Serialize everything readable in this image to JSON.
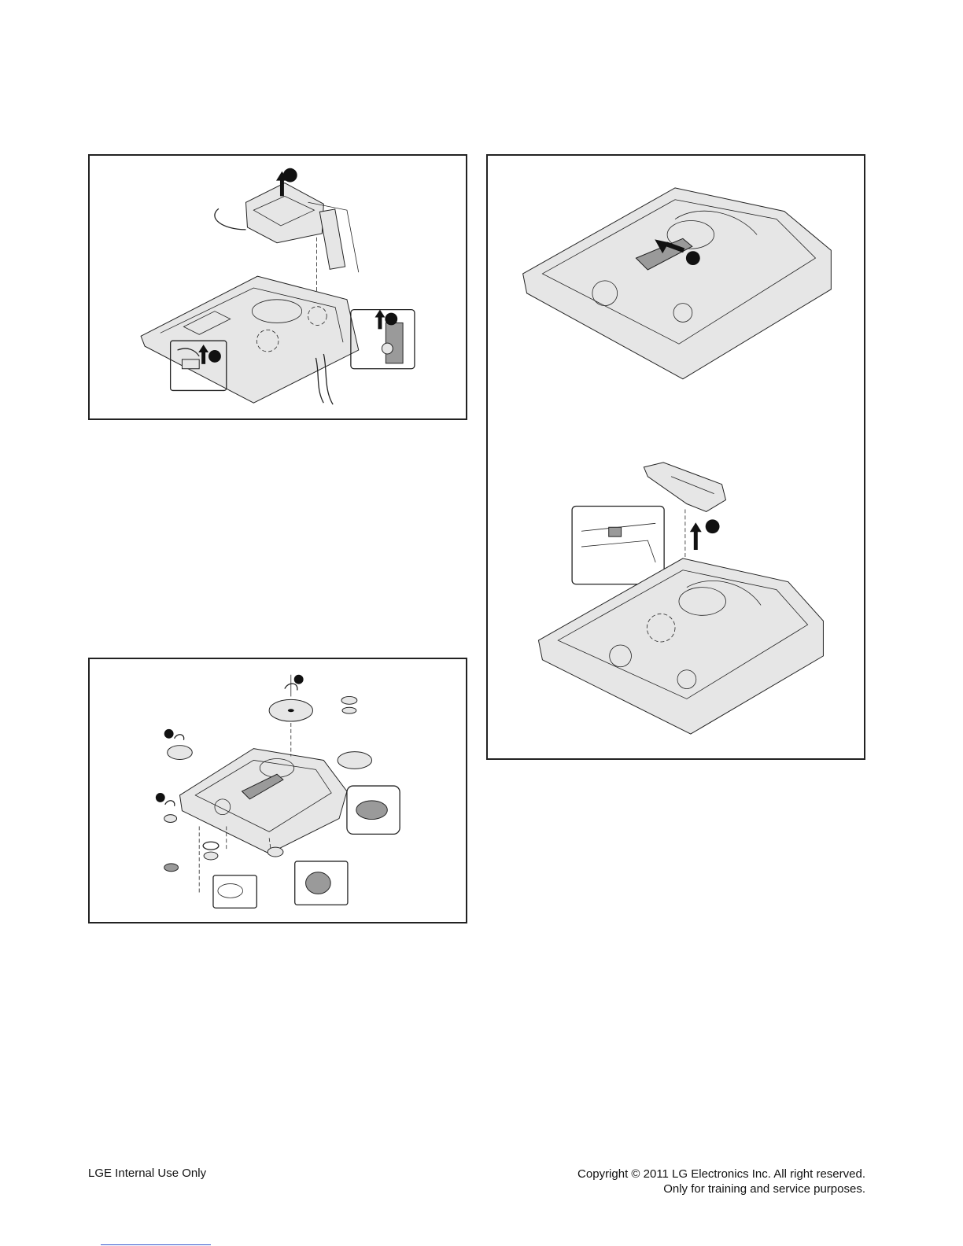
{
  "footer": {
    "left_text": "LGE Internal Use Only",
    "copyright_line1": "Copyright © 2011 LG Electronics Inc. All right reserved.",
    "copyright_line2": "Only for training and service purposes."
  },
  "icons": [
    "step-marker-icon",
    "up-arrow-icon",
    "left-arrow-icon",
    "rotate-icon",
    "screw-icon"
  ]
}
